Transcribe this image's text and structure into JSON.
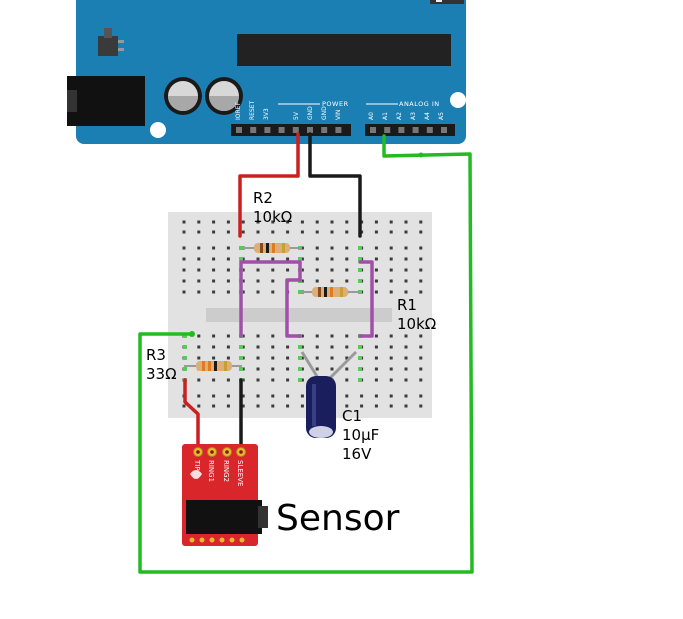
{
  "arduino": {
    "header_labels": {
      "power": "POWER",
      "analog": "ANALOG IN"
    },
    "power_pins": [
      "IOREF",
      "RESET",
      "3V3",
      "5V",
      "GND",
      "GND",
      "VIN"
    ],
    "analog_pins": [
      "A0",
      "A1",
      "A2",
      "A3",
      "A4",
      "A5"
    ]
  },
  "components": {
    "r2": {
      "name": "R2",
      "value": "10kΩ"
    },
    "r1": {
      "name": "R1",
      "value": "10kΩ"
    },
    "r3": {
      "name": "R3",
      "value": "33Ω"
    },
    "c1": {
      "name": "C1",
      "value": "10µF",
      "voltage": "16V"
    }
  },
  "jack": {
    "pins": [
      "TIP",
      "RING1",
      "RING2",
      "SLEEVE"
    ],
    "label": "Sensor"
  },
  "colors": {
    "board": "#1b7fb3",
    "breadboard": "#e2e2e2",
    "wire_red": "#cc1f1f",
    "wire_black": "#1a1a1a",
    "wire_green": "#22bb22",
    "wire_purple": "#a050a8",
    "jack_board": "#d8262b",
    "capacitor": "#1a1e5c"
  }
}
